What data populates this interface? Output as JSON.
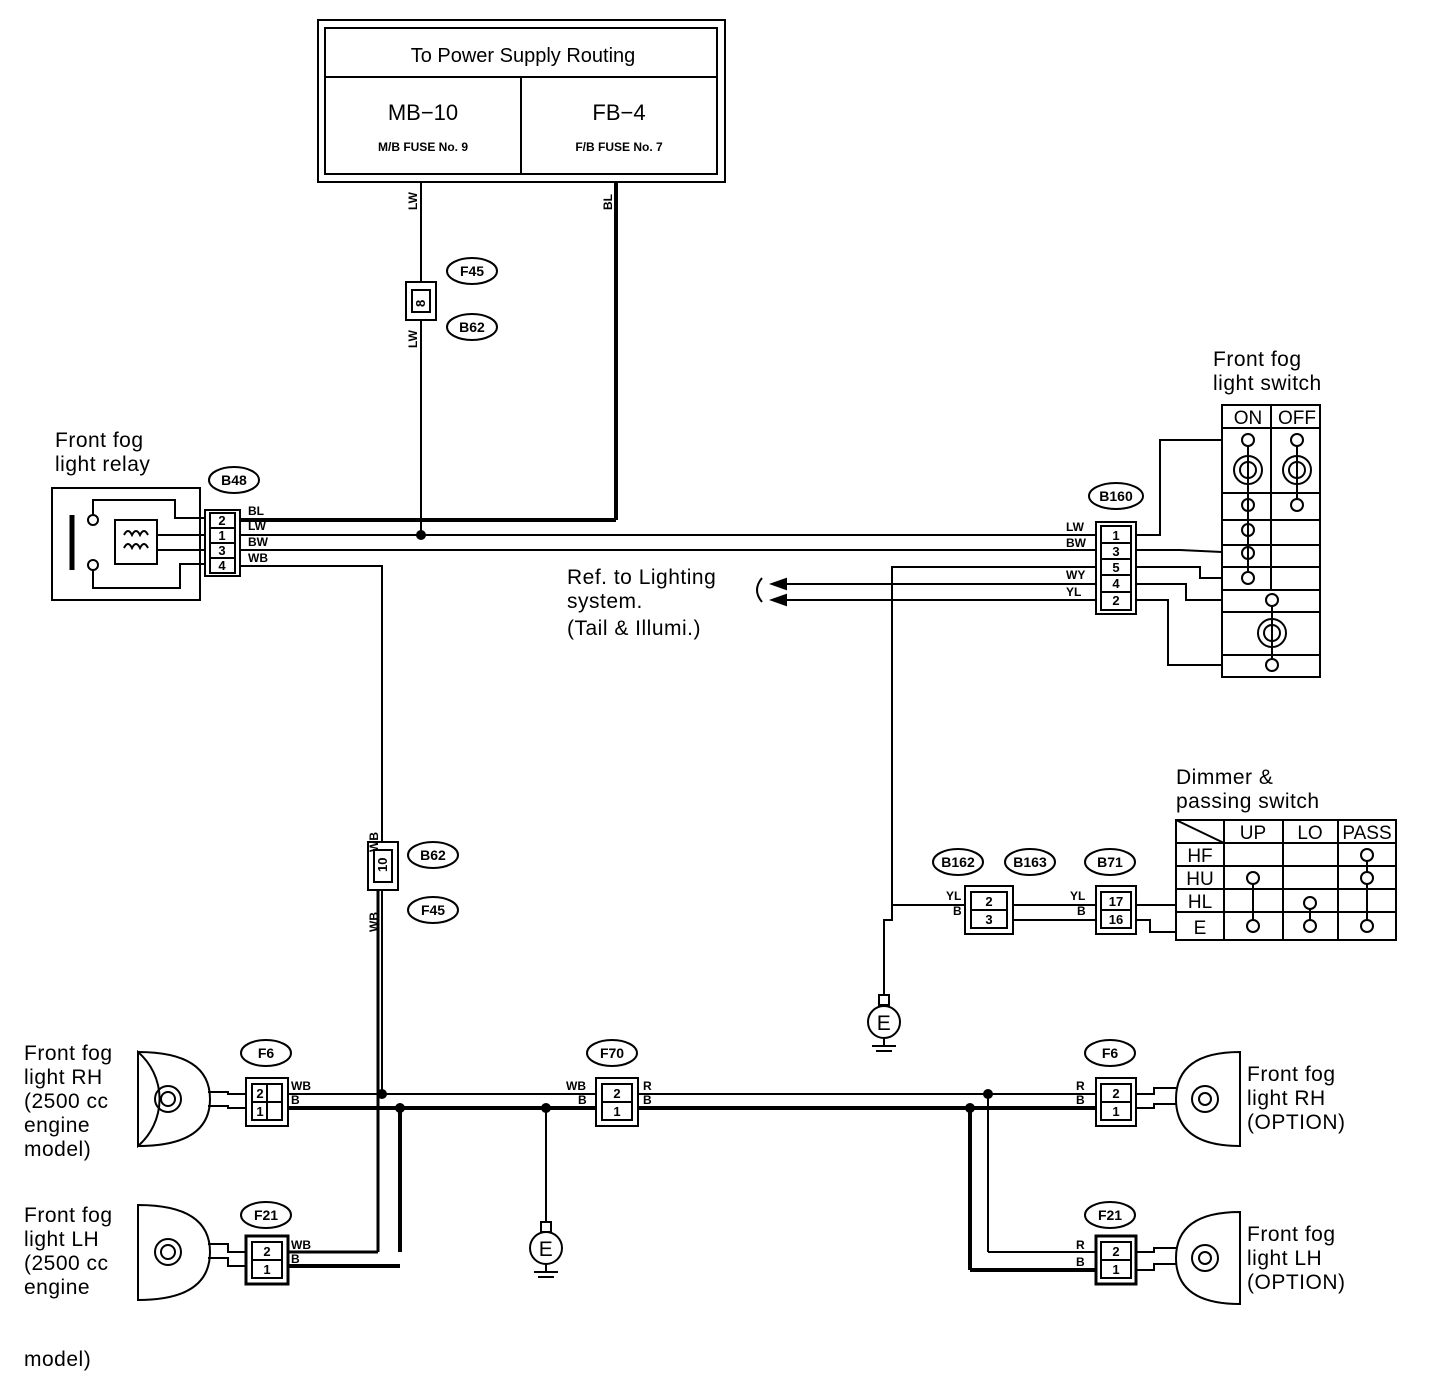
{
  "power_box": {
    "title": "To Power Supply Routing",
    "left_name": "MB−10",
    "left_sub": "M/B FUSE No. 9",
    "right_name": "FB−4",
    "right_sub": "F/B FUSE No. 7"
  },
  "labels": {
    "relay": [
      "Front fog",
      "light relay"
    ],
    "fog_switch": [
      "Front fog",
      "light switch"
    ],
    "lighting_ref": [
      "Ref. to Lighting",
      "system.",
      "(Tail & Illumi.)"
    ],
    "dimmer": [
      "Dimmer &",
      "passing switch"
    ],
    "rh_2500": [
      "Front fog",
      "light RH",
      "(2500 cc",
      "engine",
      "model)"
    ],
    "lh_2500": [
      "Front fog",
      "light LH",
      "(2500 cc",
      "engine"
    ],
    "lh_2500_tail": "model)",
    "rh_option": [
      "Front fog",
      "light RH",
      "(OPTION)"
    ],
    "lh_option": [
      "Front fog",
      "light LH",
      "(OPTION)"
    ]
  },
  "connector_codes": {
    "f45_top": "F45",
    "b62_top": "B62",
    "b48": "B48",
    "b160": "B160",
    "b62_mid": "B62",
    "f45_mid": "F45",
    "b162": "B162",
    "b163": "B163",
    "b71": "B71",
    "f6_left": "F6",
    "f70": "F70",
    "f6_right": "F6",
    "f21_left": "F21",
    "f21_right": "F21"
  },
  "ground_label": "E",
  "fog_switch_table": {
    "headers": [
      "ON",
      "OFF"
    ]
  },
  "dimmer_table": {
    "headers": [
      "UP",
      "LO",
      "PASS"
    ],
    "rows": [
      "HF",
      "HU",
      "HL",
      "E"
    ]
  },
  "pin_numbers": {
    "b48": [
      "2",
      "1",
      "3",
      "4"
    ],
    "b160": [
      "1",
      "3",
      "5",
      "4",
      "2"
    ],
    "f45_top": "8",
    "f45_mid": "10",
    "b162": [
      "2",
      "3"
    ],
    "b71": [
      "17",
      "16"
    ],
    "f6_left": [
      "2",
      "1"
    ],
    "f70": [
      "2",
      "1"
    ],
    "f6_right": [
      "2",
      "1"
    ],
    "f21_left": [
      "2",
      "1"
    ],
    "f21_right": [
      "2",
      "1"
    ]
  },
  "wire_colors": {
    "lw": "LW",
    "bl": "BL",
    "bw": "BW",
    "wb": "WB",
    "yl": "YL",
    "wy": "WY",
    "b": "B",
    "r": "R"
  }
}
